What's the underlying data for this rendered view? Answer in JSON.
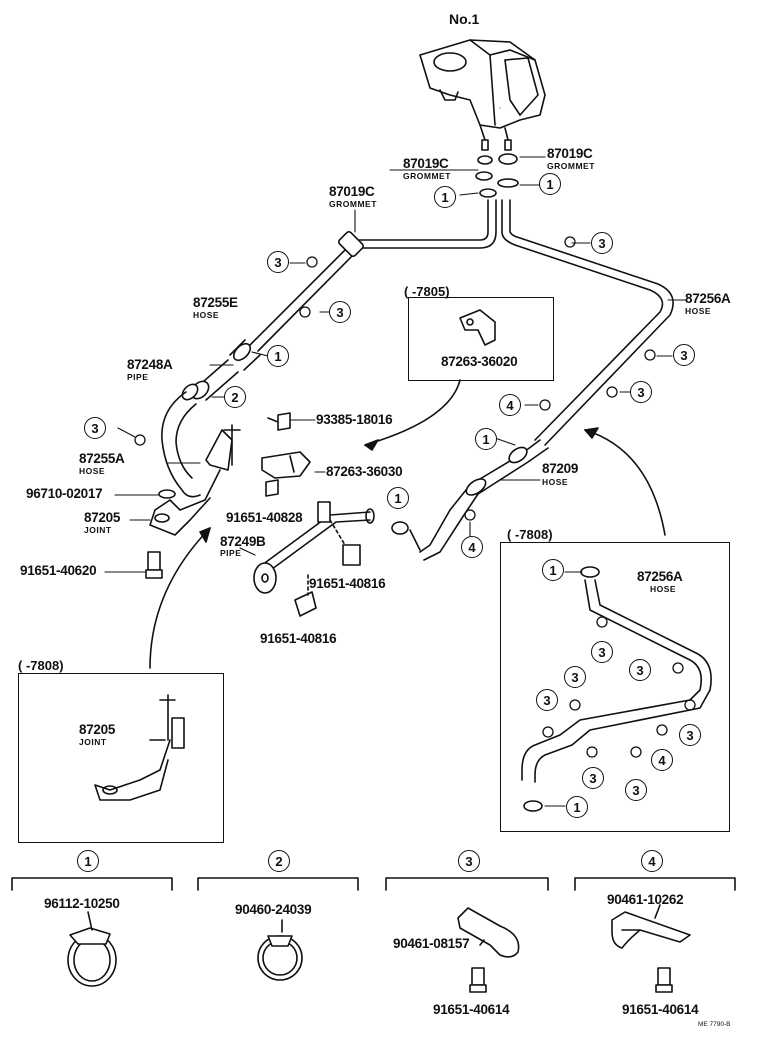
{
  "title": "No.1",
  "drawing_code": "ME 7790-B",
  "callouts": {
    "c1": "1",
    "c2": "2",
    "c3": "3",
    "c4": "4"
  },
  "insets": {
    "top": "(      -7805)",
    "right": "(      -7808)",
    "left": "(      -7808)"
  },
  "parts": [
    {
      "id": "87019C_a",
      "number": "87019C",
      "name": "GROMMET"
    },
    {
      "id": "87019C_b",
      "number": "87019C",
      "name": "GROMMET"
    },
    {
      "id": "87019C_c",
      "number": "87019C",
      "name": "GROMMET"
    },
    {
      "id": "87255E",
      "number": "87255E",
      "name": "HOSE"
    },
    {
      "id": "87256A",
      "number": "87256A",
      "name": "HOSE"
    },
    {
      "id": "87248A",
      "number": "87248A",
      "name": "PIPE"
    },
    {
      "id": "87263_36020",
      "number": "87263-36020",
      "name": ""
    },
    {
      "id": "93385_18016",
      "number": "93385-18016",
      "name": ""
    },
    {
      "id": "87255A",
      "number": "87255A",
      "name": "HOSE"
    },
    {
      "id": "87263_36030",
      "number": "87263-36030",
      "name": ""
    },
    {
      "id": "87209",
      "number": "87209",
      "name": "HOSE"
    },
    {
      "id": "96710_02017",
      "number": "96710-02017",
      "name": ""
    },
    {
      "id": "87205",
      "number": "87205",
      "name": "JOINT"
    },
    {
      "id": "91651_40828",
      "number": "91651-40828",
      "name": ""
    },
    {
      "id": "87249B",
      "number": "87249B",
      "name": "PIPE"
    },
    {
      "id": "91651_40620",
      "number": "91651-40620",
      "name": ""
    },
    {
      "id": "91651_40816_a",
      "number": "91651-40816",
      "name": ""
    },
    {
      "id": "91651_40816_b",
      "number": "91651-40816",
      "name": ""
    },
    {
      "id": "87256A_inset",
      "number": "87256A",
      "name": "HOSE"
    },
    {
      "id": "87205_inset",
      "number": "87205",
      "name": "JOINT"
    }
  ],
  "legend": [
    {
      "key": "1",
      "parts": [
        "96112-10250"
      ]
    },
    {
      "key": "2",
      "parts": [
        "90460-24039"
      ]
    },
    {
      "key": "3",
      "parts": [
        "90461-08157",
        "91651-40614"
      ]
    },
    {
      "key": "4",
      "parts": [
        "90461-10262",
        "91651-40614"
      ]
    }
  ]
}
